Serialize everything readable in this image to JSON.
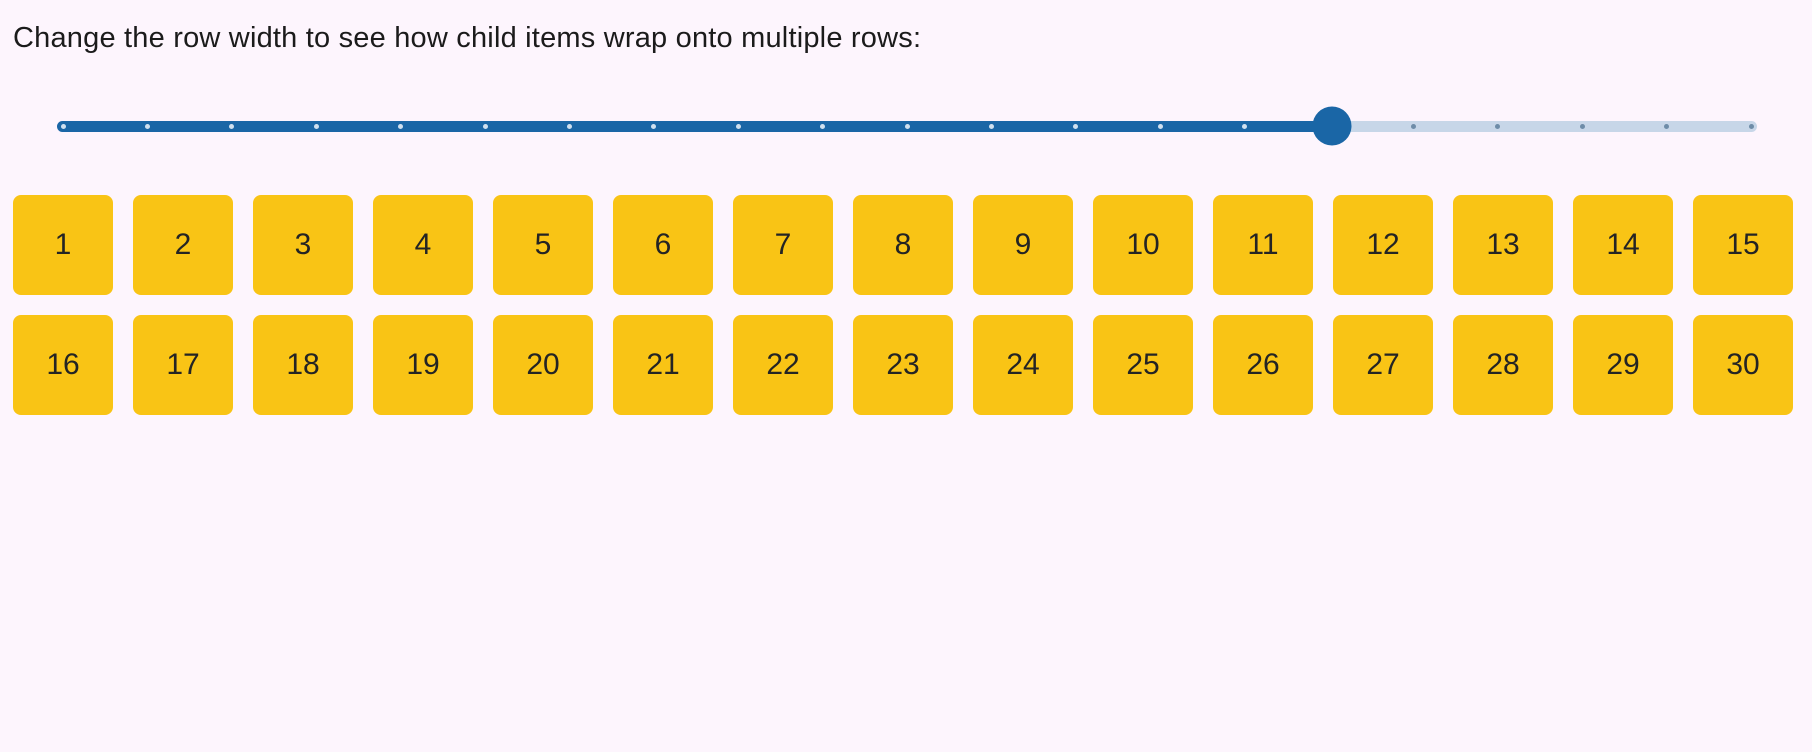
{
  "page": {
    "background_color": "#FDF5FD",
    "text_color": "#1B1B1B",
    "instruction_text": "Change the row width to see how child items wrap onto multiple rows:"
  },
  "slider": {
    "label": "row-width",
    "value_percent": 75,
    "tick_count": 21,
    "ticks_before_thumb": 16,
    "colors": {
      "fill": "#1A66A6",
      "rail": "#C7D6E8",
      "thumb": "#1A66A6",
      "tick_on_fill": "#CFE0EF",
      "tick_on_rail": "#6E8CA8"
    }
  },
  "wrap_items": {
    "item_color": "#F9C415",
    "item_text_color": "#242424",
    "labels": [
      "1",
      "2",
      "3",
      "4",
      "5",
      "6",
      "7",
      "8",
      "9",
      "10",
      "11",
      "12",
      "13",
      "14",
      "15",
      "16",
      "17",
      "18",
      "19",
      "20",
      "21",
      "22",
      "23",
      "24",
      "25",
      "26",
      "27",
      "28",
      "29",
      "30"
    ]
  }
}
